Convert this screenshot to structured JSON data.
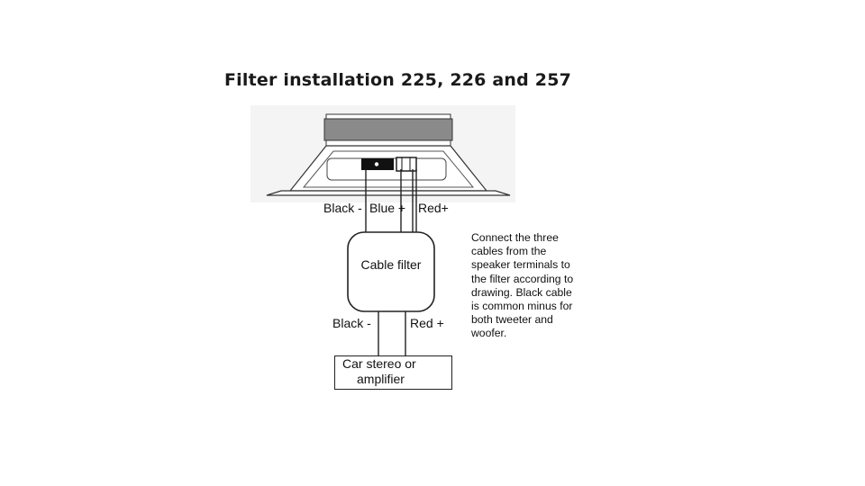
{
  "title": "Filter installation 225, 226 and 257",
  "speaker_labels": {
    "black_minus": "Black -",
    "blue_plus": "Blue +",
    "red_plus": "Red+"
  },
  "filter": {
    "label": "Cable filter"
  },
  "output_labels": {
    "black_minus": "Black -",
    "red_plus": "Red +"
  },
  "amplifier": {
    "line1": "Car stereo or",
    "line2": "amplifier"
  },
  "instructions": [
    "Connect the three",
    "cables from the",
    "speaker terminals to",
    "the filter according to",
    "drawing. Black cable",
    "is common minus for",
    "both  tweeter and",
    "woofer."
  ],
  "colors": {
    "line": "#222222",
    "magnet": "#8a8a8a",
    "text": "#111111"
  }
}
